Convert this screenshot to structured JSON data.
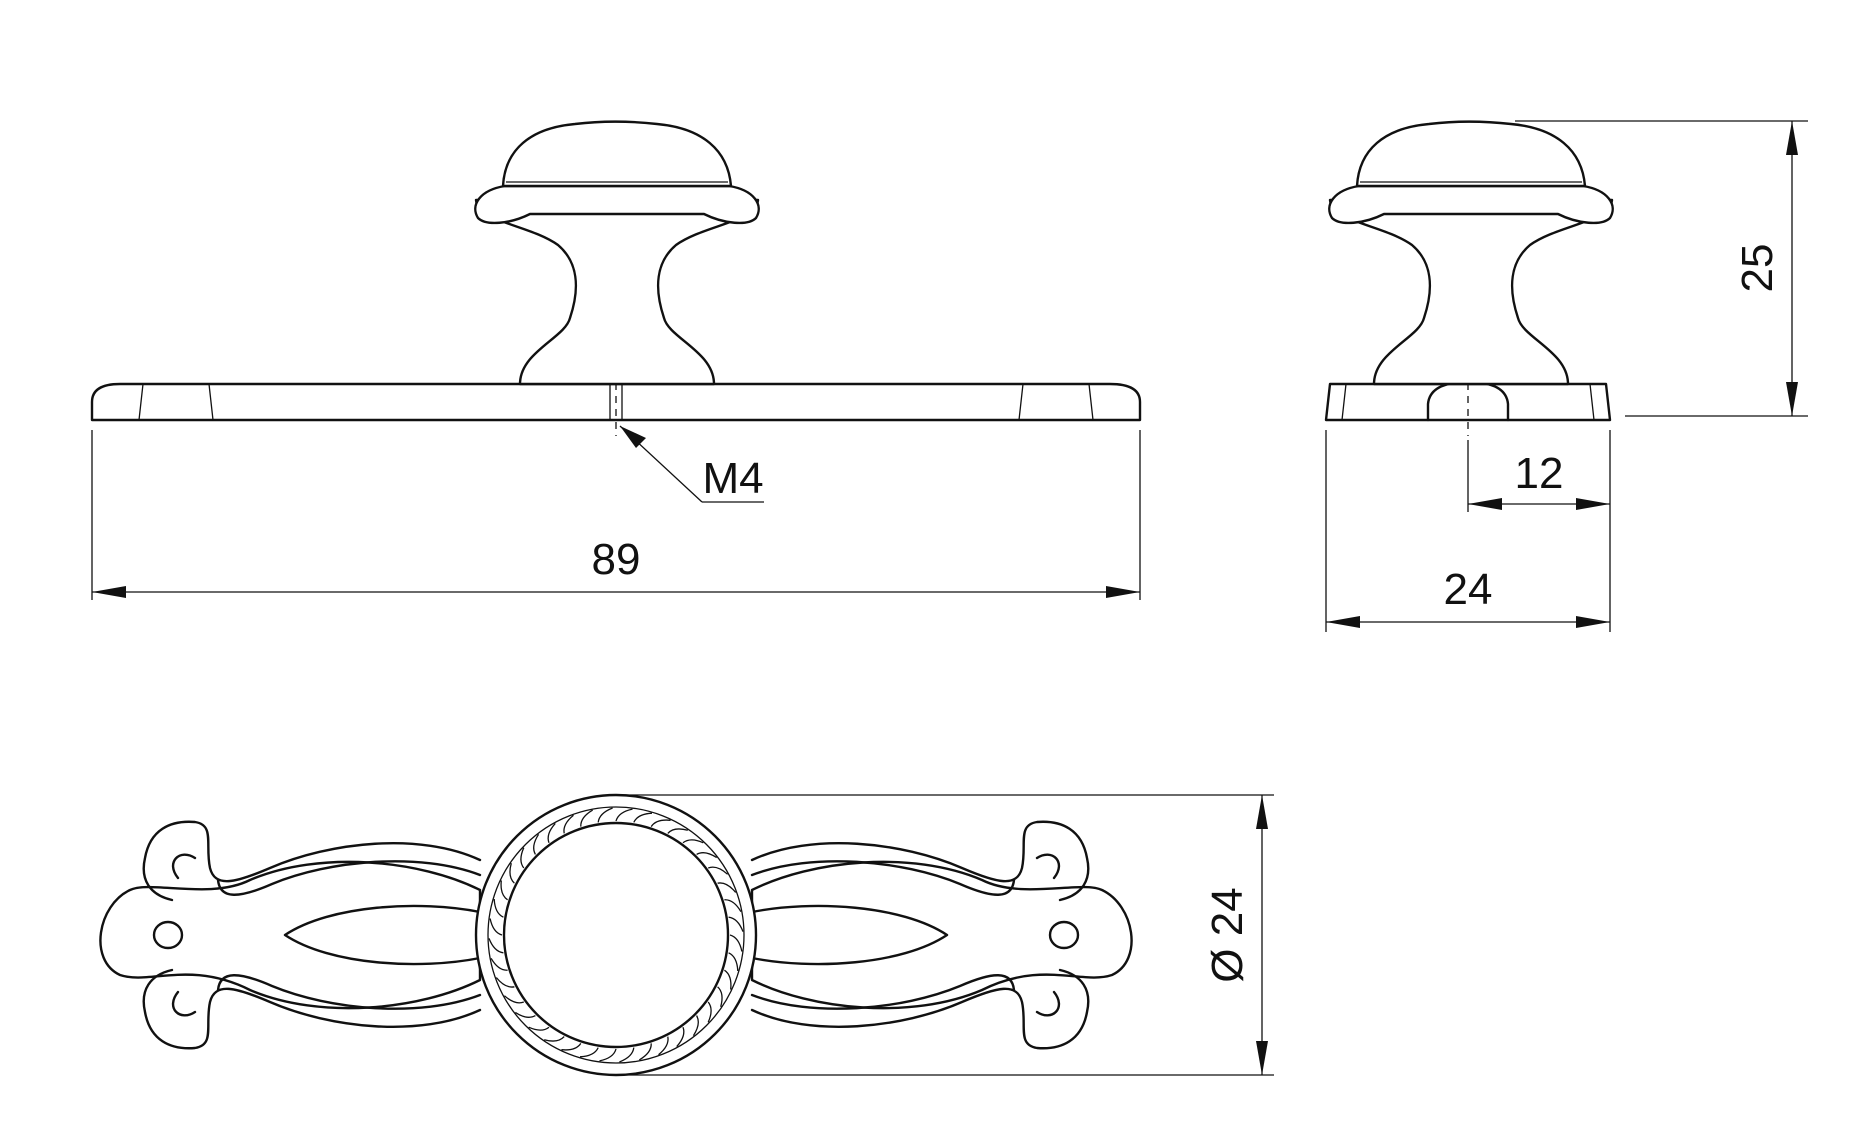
{
  "colors": {
    "line": "#111111",
    "background": "#ffffff"
  },
  "dimensions": {
    "thread": "M4",
    "overall_length": "89",
    "height": "25",
    "hole_offset": "12",
    "side_width": "24",
    "diameter": "Ø 24"
  }
}
